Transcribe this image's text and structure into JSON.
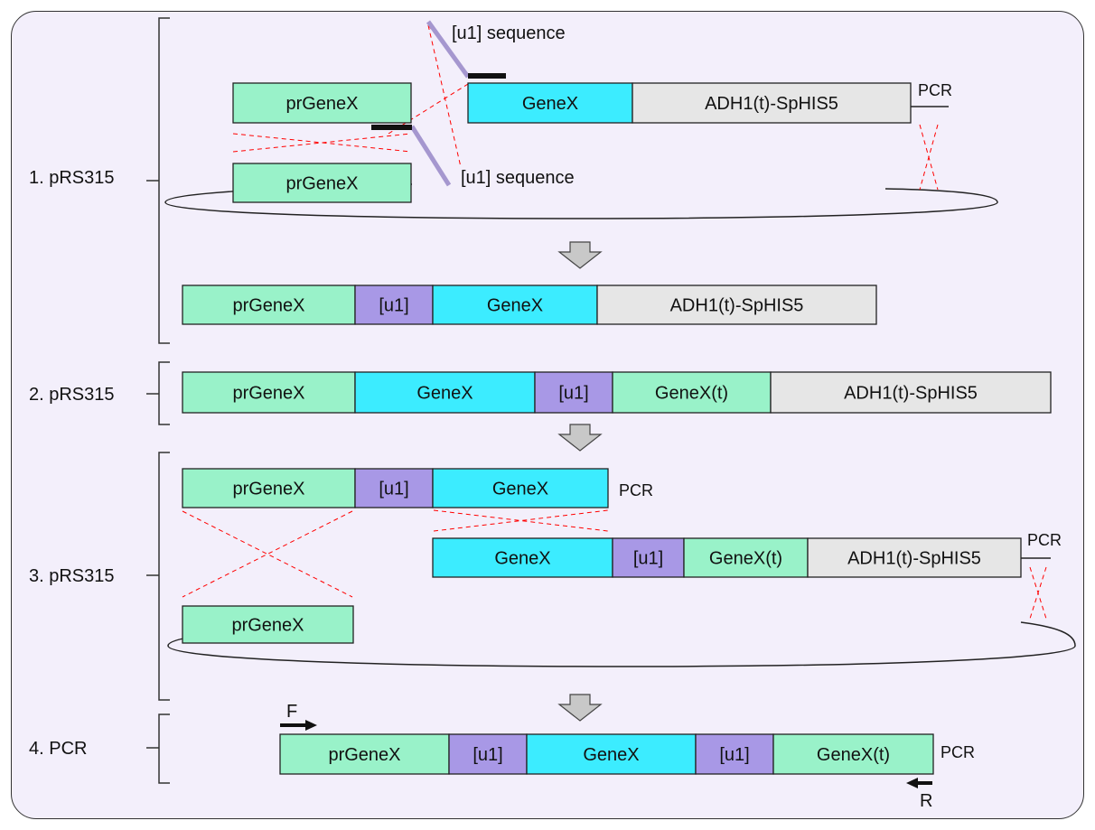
{
  "colors": {
    "promoter": "#99f2c9",
    "gene": "#3cecff",
    "tag": "#a898e6",
    "marker": "#e6e6e6",
    "cross": "#ff0000",
    "flank_bar": "#a597cf",
    "stroke": "#222222"
  },
  "steps": [
    {
      "label": "1. pRS315"
    },
    {
      "label": "2. pRS315"
    },
    {
      "label": "3. pRS315"
    },
    {
      "label": "4. PCR"
    }
  ],
  "text": {
    "promoter": "prGeneX",
    "gene": "GeneX",
    "tag": "[u1]",
    "terminator": "GeneX(t)",
    "marker": "ADH1(t)-SpHIS5",
    "u1_sequence_top": "[u1] sequence",
    "u1_sequence_bottom": "[u1] sequence",
    "pcr": "PCR",
    "primer_f": "F",
    "primer_r": "R"
  },
  "blocks": [
    {
      "type": "promoter"
    },
    {
      "type": "gene"
    },
    {
      "type": "marker"
    },
    {
      "type": "promoter"
    },
    {
      "type": "promoter"
    },
    {
      "type": "tag"
    },
    {
      "type": "gene"
    },
    {
      "type": "marker"
    },
    {
      "type": "promoter"
    },
    {
      "type": "gene"
    },
    {
      "type": "tag"
    },
    {
      "type": "terminator"
    },
    {
      "type": "marker"
    },
    {
      "type": "promoter"
    },
    {
      "type": "tag"
    },
    {
      "type": "gene"
    },
    {
      "type": "gene"
    },
    {
      "type": "tag"
    },
    {
      "type": "terminator"
    },
    {
      "type": "marker"
    },
    {
      "type": "promoter"
    },
    {
      "type": "promoter"
    },
    {
      "type": "tag"
    },
    {
      "type": "gene"
    },
    {
      "type": "tag"
    },
    {
      "type": "terminator"
    }
  ]
}
